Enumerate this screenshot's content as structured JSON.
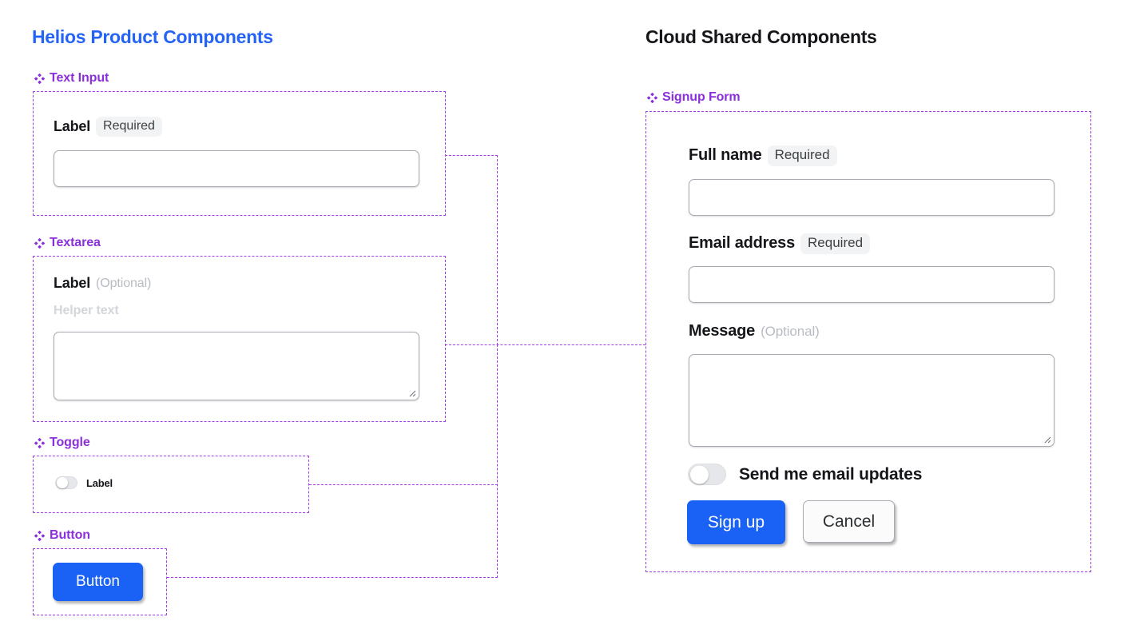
{
  "columns": {
    "left": {
      "title": "Helios Product Components",
      "color": "#2563f5"
    },
    "right": {
      "title": "Cloud Shared Components",
      "color": "#15161a"
    }
  },
  "accent": {
    "frame_purple": "#a13ce8",
    "label_purple": "#8b2fdb",
    "primary_blue": "#1a62f5",
    "badge_bg": "#f1f3f4",
    "optional_gray": "#b8bcc2",
    "helper_gray": "#d3d6da"
  },
  "left_frames": [
    {
      "name": "Text Input",
      "icon": "component-diamond-icon"
    },
    {
      "name": "Textarea",
      "icon": "component-diamond-icon"
    },
    {
      "name": "Toggle",
      "icon": "component-diamond-icon"
    },
    {
      "name": "Button",
      "icon": "component-diamond-icon"
    }
  ],
  "text_input": {
    "label": "Label",
    "badge": "Required",
    "value": "",
    "placeholder": ""
  },
  "textarea": {
    "label": "Label",
    "badge": "(Optional)",
    "helper": "Helper text",
    "value": "",
    "placeholder": ""
  },
  "toggle": {
    "label": "Label",
    "state": "off"
  },
  "button": {
    "label": "Button"
  },
  "right_frames": [
    {
      "name": "Signup Form",
      "icon": "component-diamond-icon"
    }
  ],
  "signup_form": {
    "full_name": {
      "label": "Full name",
      "badge": "Required",
      "value": "",
      "placeholder": ""
    },
    "email": {
      "label": "Email address",
      "badge": "Required",
      "value": "",
      "placeholder": ""
    },
    "message": {
      "label": "Message",
      "badge": "(Optional)",
      "value": "",
      "placeholder": ""
    },
    "updates_toggle": {
      "label": "Send me email updates",
      "state": "off"
    },
    "submit_button": {
      "label": "Sign up"
    },
    "cancel_button": {
      "label": "Cancel"
    }
  }
}
